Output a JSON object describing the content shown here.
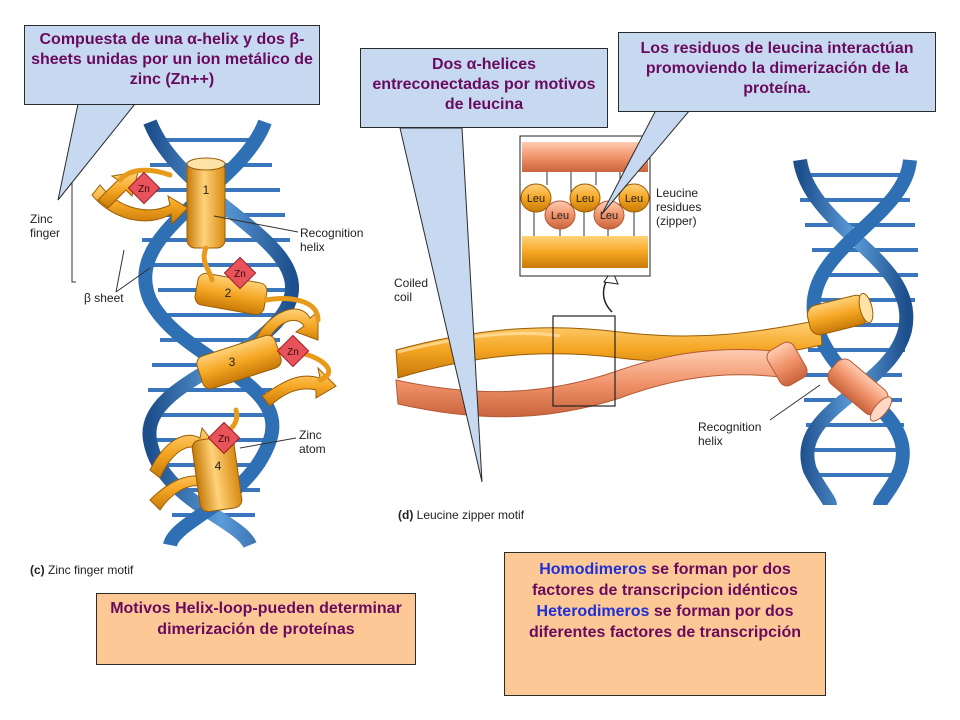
{
  "callouts": {
    "zinc_composition": {
      "part1": "Compuesta de una ",
      "alpha": "α",
      "part2": "-helix y dos ",
      "beta": "β",
      "part3": "-sheets unidas por un ion metálico de zinc (Zn++)"
    },
    "two_helices": {
      "part1": "Dos ",
      "alpha": "α",
      "part2": "-helices entreconectadas por motivos de leucina"
    },
    "leucine_residues": "Los residuos de leucina interactúan promoviendo la dimerización de la proteína.",
    "helix_loop": "Motivos  Helix-loop-pueden determinar dimerización de proteínas",
    "dimers": {
      "homo_word": "Homodimeros",
      "homo_rest": " se forman por dos factores de transcripcion idénticos",
      "hetero_word": "Heterodimeros",
      "hetero_rest": " se forman por dos diferentes factores de transcripción"
    }
  },
  "zinc_finger": {
    "caption_letter": "(c)",
    "caption_text": " Zinc finger motif",
    "label_zinc_finger": "Zinc\nfinger",
    "label_beta_symbol": "β",
    "label_beta_text": " sheet",
    "label_recognition": "Recognition\nhelix",
    "label_zinc_atom": "Zinc\natom",
    "zn": "Zn",
    "numbers": [
      "1",
      "2",
      "3",
      "4"
    ]
  },
  "leucine_zipper": {
    "caption_letter": "(d)",
    "caption_text": " Leucine zipper motif",
    "label_coiled": "Coiled\ncoil",
    "label_residues": "Leucine\nresidues\n(zipper)",
    "label_recognition": "Recognition\nhelix",
    "leu": "Leu"
  },
  "colors": {
    "callout_bg": "#c6d9f1",
    "peach_bg": "#fcc996",
    "text_purple": "#6a0a5e",
    "text_blue": "#1f2fd6",
    "dna_blue": "#2f6fb3",
    "helix_orange": "#f5a623",
    "helix_salmon": "#f0936a"
  }
}
